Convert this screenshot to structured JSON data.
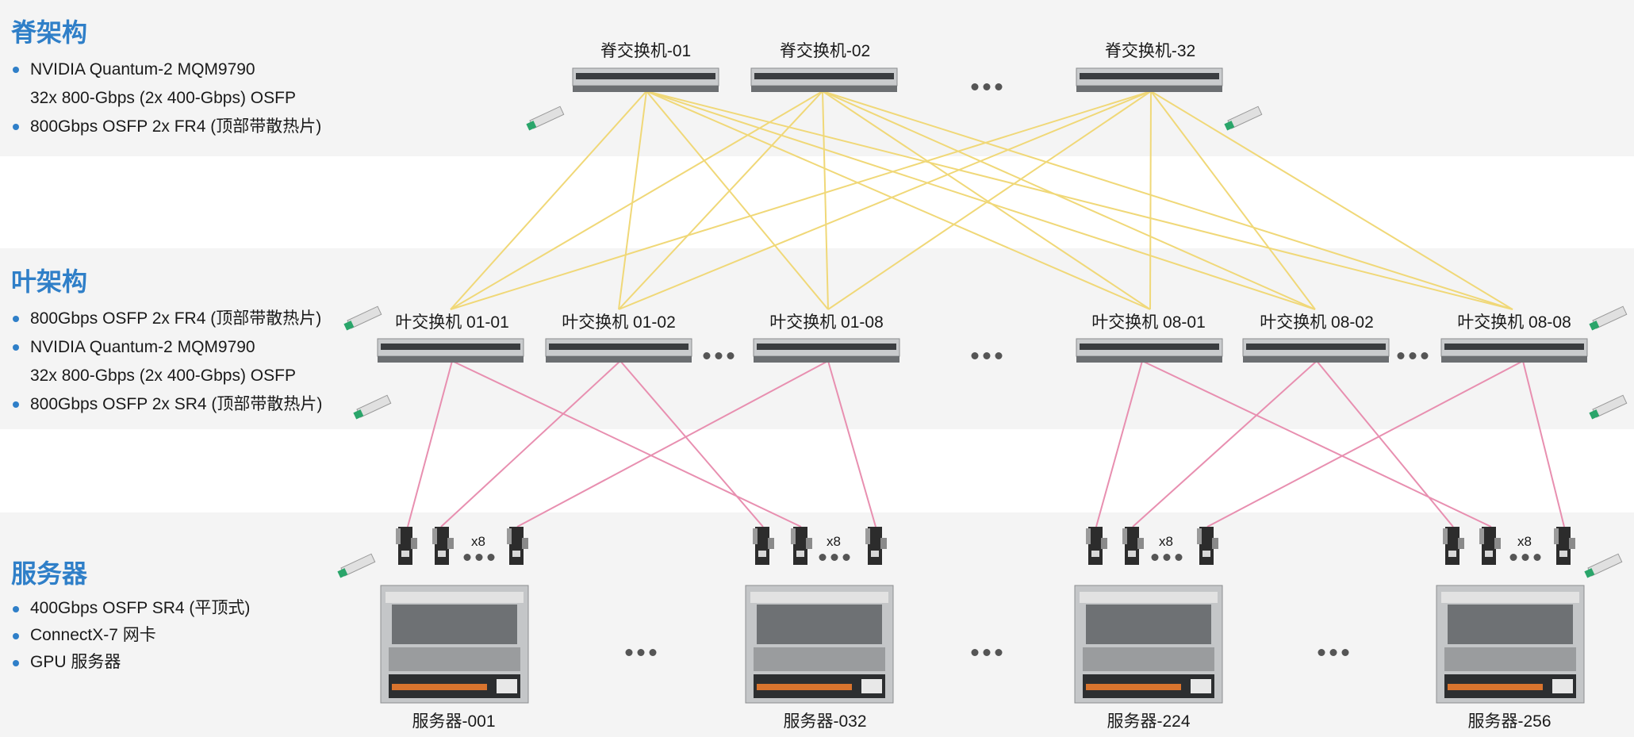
{
  "spine": {
    "title": "脊架构",
    "bullets": [
      {
        "text": "NVIDIA Quantum-2 MQM9790",
        "dot": true
      },
      {
        "text": "32x 800-Gbps (2x 400-Gbps) OSFP",
        "dot": false
      },
      {
        "text": "800Gbps OSFP 2x FR4 (顶部带散热片)",
        "dot": true
      }
    ],
    "switches": [
      "脊交换机-01",
      "脊交换机-02",
      "脊交换机-32"
    ]
  },
  "leaf": {
    "title": "叶架构",
    "bullets": [
      {
        "text": "800Gbps OSFP 2x FR4 (顶部带散热片)",
        "dot": true
      },
      {
        "text": "NVIDIA Quantum-2 MQM9790",
        "dot": true
      },
      {
        "text": "32x 800-Gbps (2x 400-Gbps) OSFP",
        "dot": false
      },
      {
        "text": "800Gbps OSFP 2x SR4 (顶部带散热片)",
        "dot": true
      }
    ],
    "switches": [
      "叶交换机 01-01",
      "叶交换机 01-02",
      "叶交换机 01-08",
      "叶交换机 08-01",
      "叶交换机 08-02",
      "叶交换机 08-08"
    ]
  },
  "server": {
    "title": "服务器",
    "bullets": [
      {
        "text": "400Gbps OSFP SR4 (平顶式)",
        "dot": true
      },
      {
        "text": "ConnectX-7 网卡",
        "dot": true
      },
      {
        "text": "GPU 服务器",
        "dot": true
      }
    ],
    "nic_multiplier": "x8",
    "servers": [
      "服务器-001",
      "服务器-032",
      "服务器-224",
      "服务器-256"
    ]
  },
  "colors": {
    "accent": "#2f7fc8",
    "spine_link": "#f0d878",
    "leaf_link": "#e88fb0",
    "band": "#f4f4f4"
  }
}
